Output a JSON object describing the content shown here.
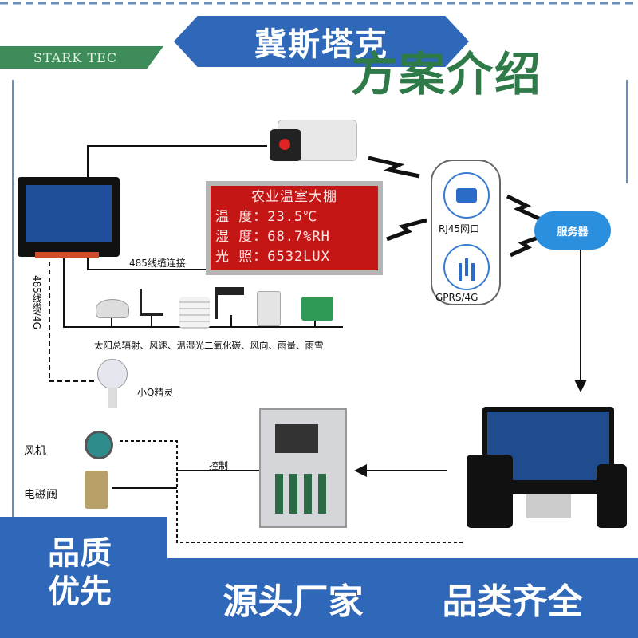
{
  "header": {
    "banner_title": "冀斯塔克",
    "brand": "STARK TEC",
    "title": "方案介绍"
  },
  "led_display": {
    "lines": [
      "农业温室大棚",
      "温  度：23.5℃",
      "湿  度：68.7%RH",
      "光  照：6532LUX"
    ]
  },
  "labels": {
    "cable_485": "485线缆连接",
    "cable_485_4g": "485线缆/4G",
    "sensors": "太阳总辐射、风速、温湿光二氧化碳、风向、雨量、雨雪",
    "xiaoq": "小Q精灵",
    "fan": "风机",
    "valve": "电磁阀",
    "control": "控制",
    "rj45": "RJ45网口",
    "gprs": "GPRS/4G",
    "server": "服务器"
  },
  "footer": {
    "left_line1": "品质",
    "left_line2": "优先",
    "slogan1": "源头厂家",
    "slogan2": "品类齐全"
  },
  "colors": {
    "brand_blue": "#2f68b8",
    "title_green": "#2e7a48",
    "led_red": "#c51616",
    "cloud_blue": "#2b8fe0"
  }
}
